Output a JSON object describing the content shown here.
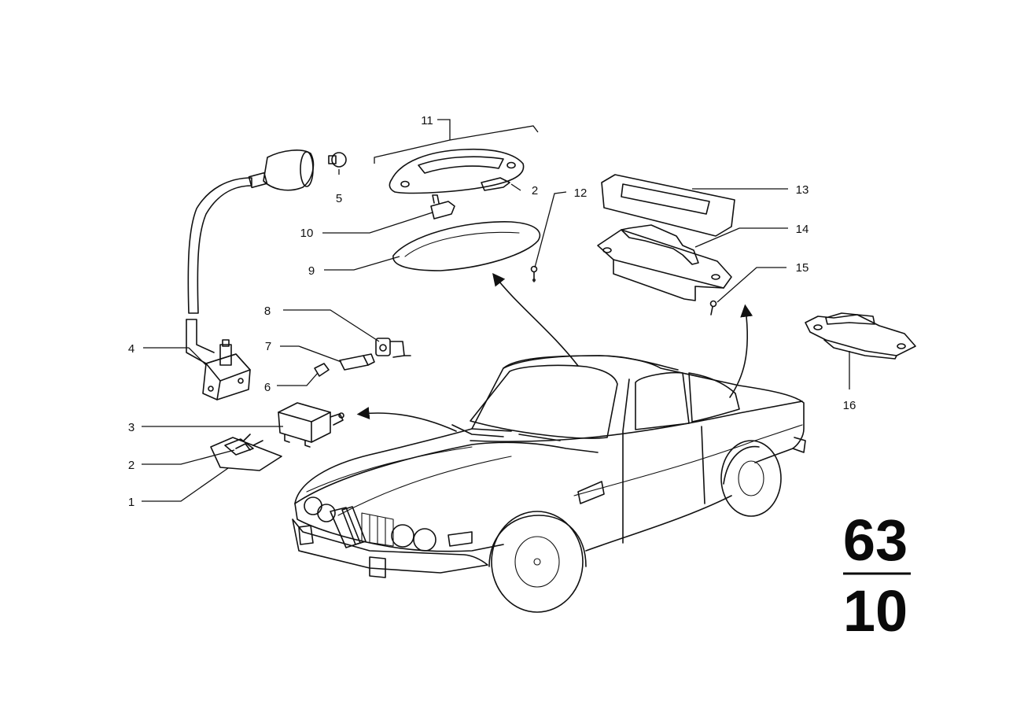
{
  "diagram": {
    "group_number": "63",
    "subgroup_number": "10",
    "callouts": [
      "1",
      "2",
      "3",
      "4",
      "5",
      "6",
      "7",
      "8",
      "9",
      "10",
      "11",
      "12",
      "13",
      "14",
      "15",
      "16",
      "2"
    ]
  }
}
